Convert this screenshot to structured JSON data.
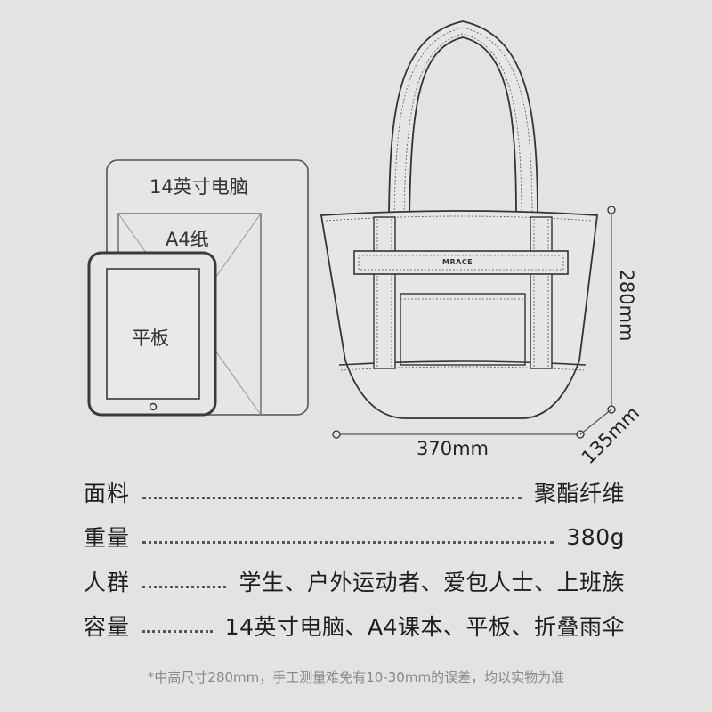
{
  "devices": {
    "laptop_label": "14英寸电脑",
    "paper_label": "A4纸",
    "tablet_label": "平板"
  },
  "bag": {
    "brand": "MRACE",
    "height_label": "280mm",
    "width_label": "370mm",
    "depth_label": "135mm"
  },
  "specs": [
    {
      "key": "面料",
      "value": "聚酯纤维"
    },
    {
      "key": "重量",
      "value": "380g"
    },
    {
      "key": "人群",
      "value": "学生、户外运动者、爱包人士、上班族"
    },
    {
      "key": "容量",
      "value": "14英寸电脑、A4课本、平板、折叠雨伞"
    }
  ],
  "footnote": "*中高尺寸280mm，手工测量难免有10-30mm的误差，均以实物为准",
  "colors": {
    "background": "#e3e3e3",
    "outline": "#3a3a3a",
    "fill": "#e6e6e6"
  }
}
